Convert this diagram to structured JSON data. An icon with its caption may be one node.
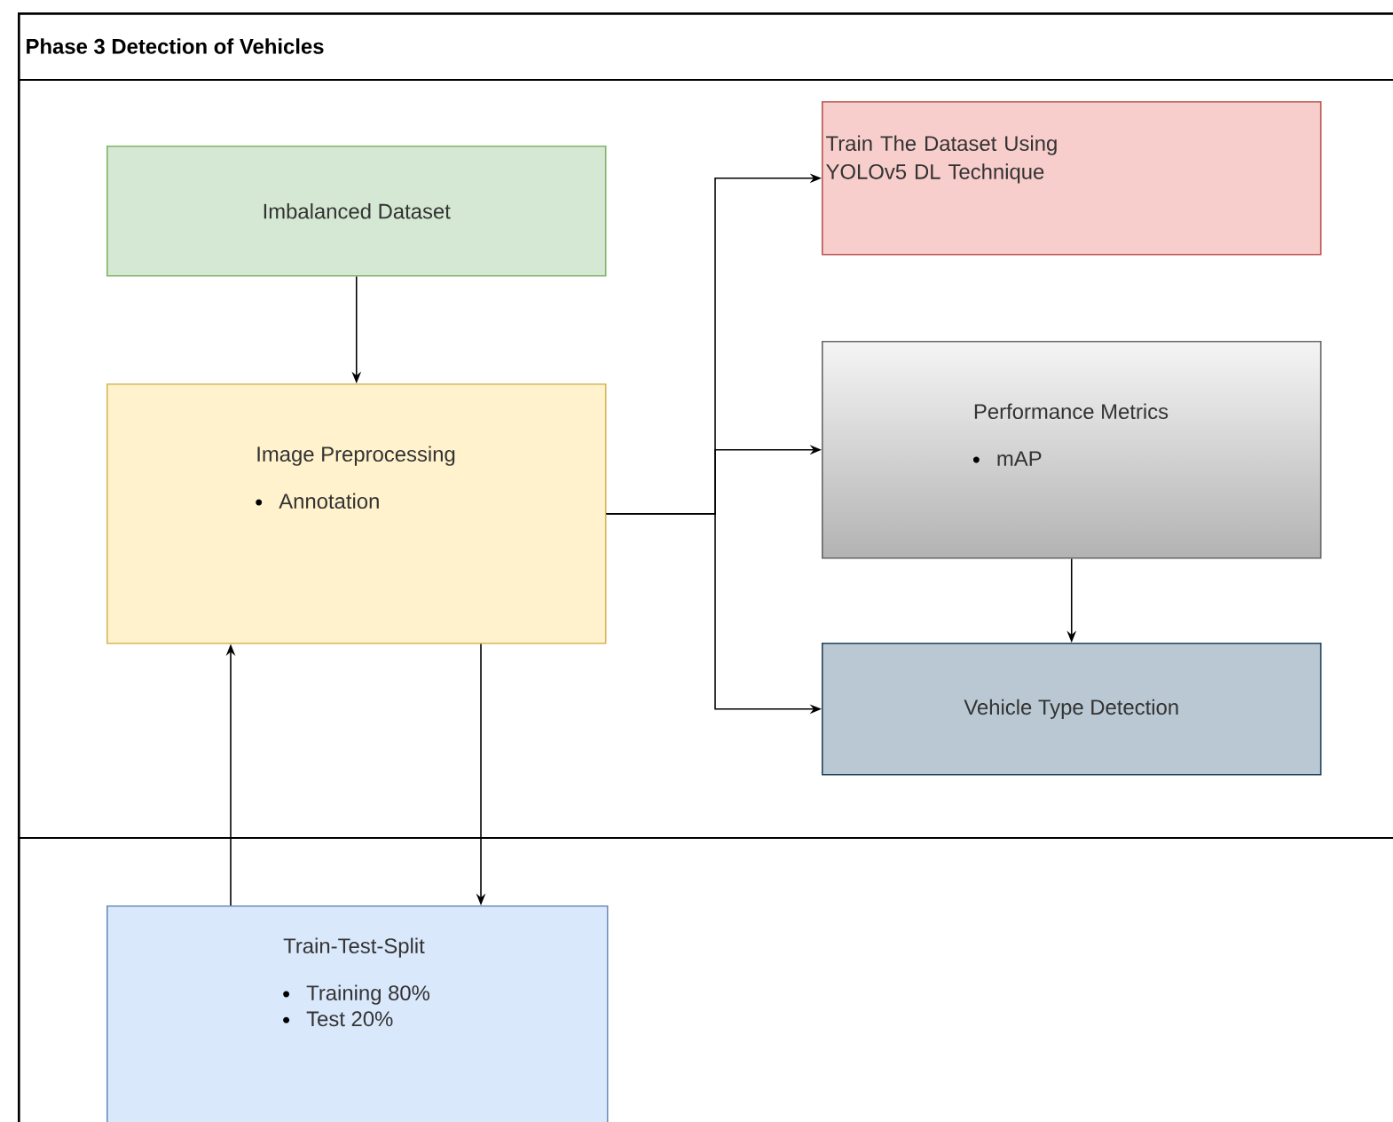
{
  "diagram": {
    "nodes": [
      {
        "text": [
          "Phase 3 Detection of Vehicles"
        ]
      },
      {
        "text": [
          "Imbalanced Dataset"
        ],
        "in": 0
      },
      {
        "text": [
          "Image Preprocessing",
          "Annotation"
        ],
        "in": 0
      },
      {
        "text": [
          "Train The Dataset Using YOLOv5 DL Technique"
        ],
        "in": 0
      },
      {
        "text": [
          "Performance Metrics",
          "mAP"
        ],
        "in": 0
      },
      {
        "text": [
          "Vehicle Type Detection"
        ],
        "in": 0
      },
      {
        "text": [
          "Train-Test-Split",
          "Training 80%",
          "Test 20%"
        ],
        "in": 0
      }
    ],
    "edges": [
      {
        "from": 1,
        "to": 2,
        "arrow": "to"
      },
      {
        "from": 2,
        "to": 3,
        "arrow": "to"
      },
      {
        "from": 2,
        "to": 4,
        "arrow": "to"
      },
      {
        "from": 2,
        "to": 5,
        "arrow": "to"
      },
      {
        "from": 4,
        "to": 5,
        "arrow": "to"
      },
      {
        "from": 2,
        "to": 6,
        "arrow": "to"
      },
      {
        "from": 6,
        "to": 2,
        "arrow": "to"
      }
    ]
  }
}
